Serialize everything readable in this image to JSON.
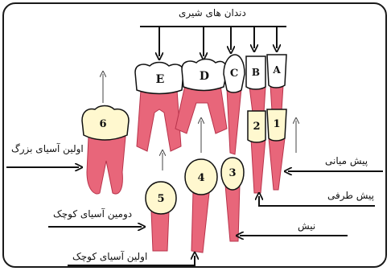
{
  "labels": {
    "primary_teeth": "دندان های شیری",
    "first_molar": "اولین آسیای بزرگ",
    "second_premolar": "دومین آسیای کوچک",
    "first_premolar": "اولین آسیای کوچک",
    "central_incisor": "پیش میانی",
    "lateral_incisor": "پیش طرفی",
    "canine": "نیش"
  },
  "primary_tooth_letters": [
    "E",
    "D",
    "C",
    "B",
    "A"
  ],
  "permanent_tooth_numbers": [
    "6",
    "5",
    "4",
    "3",
    "2",
    "1"
  ],
  "colors": {
    "root": "#e8667a",
    "root_stroke": "#b8334b",
    "crown": "#ffffff",
    "permanent_crown": "#fff8cf",
    "line": "#111111"
  }
}
